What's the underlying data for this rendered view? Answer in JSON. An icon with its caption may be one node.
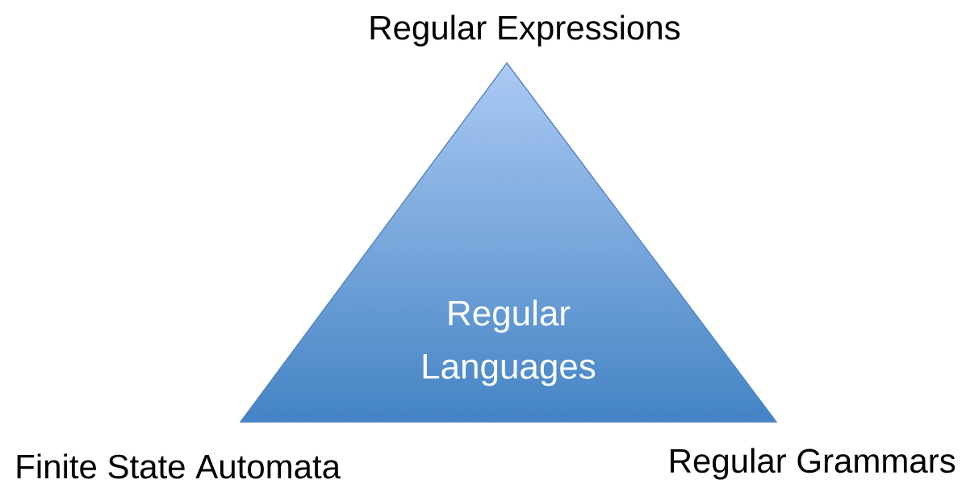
{
  "diagram": {
    "nodes": [
      {
        "text": [
          "Regular Languages"
        ]
      }
    ],
    "labels": [
      "Regular Expressions",
      "Finite State Automata",
      "Regular Grammars"
    ]
  }
}
